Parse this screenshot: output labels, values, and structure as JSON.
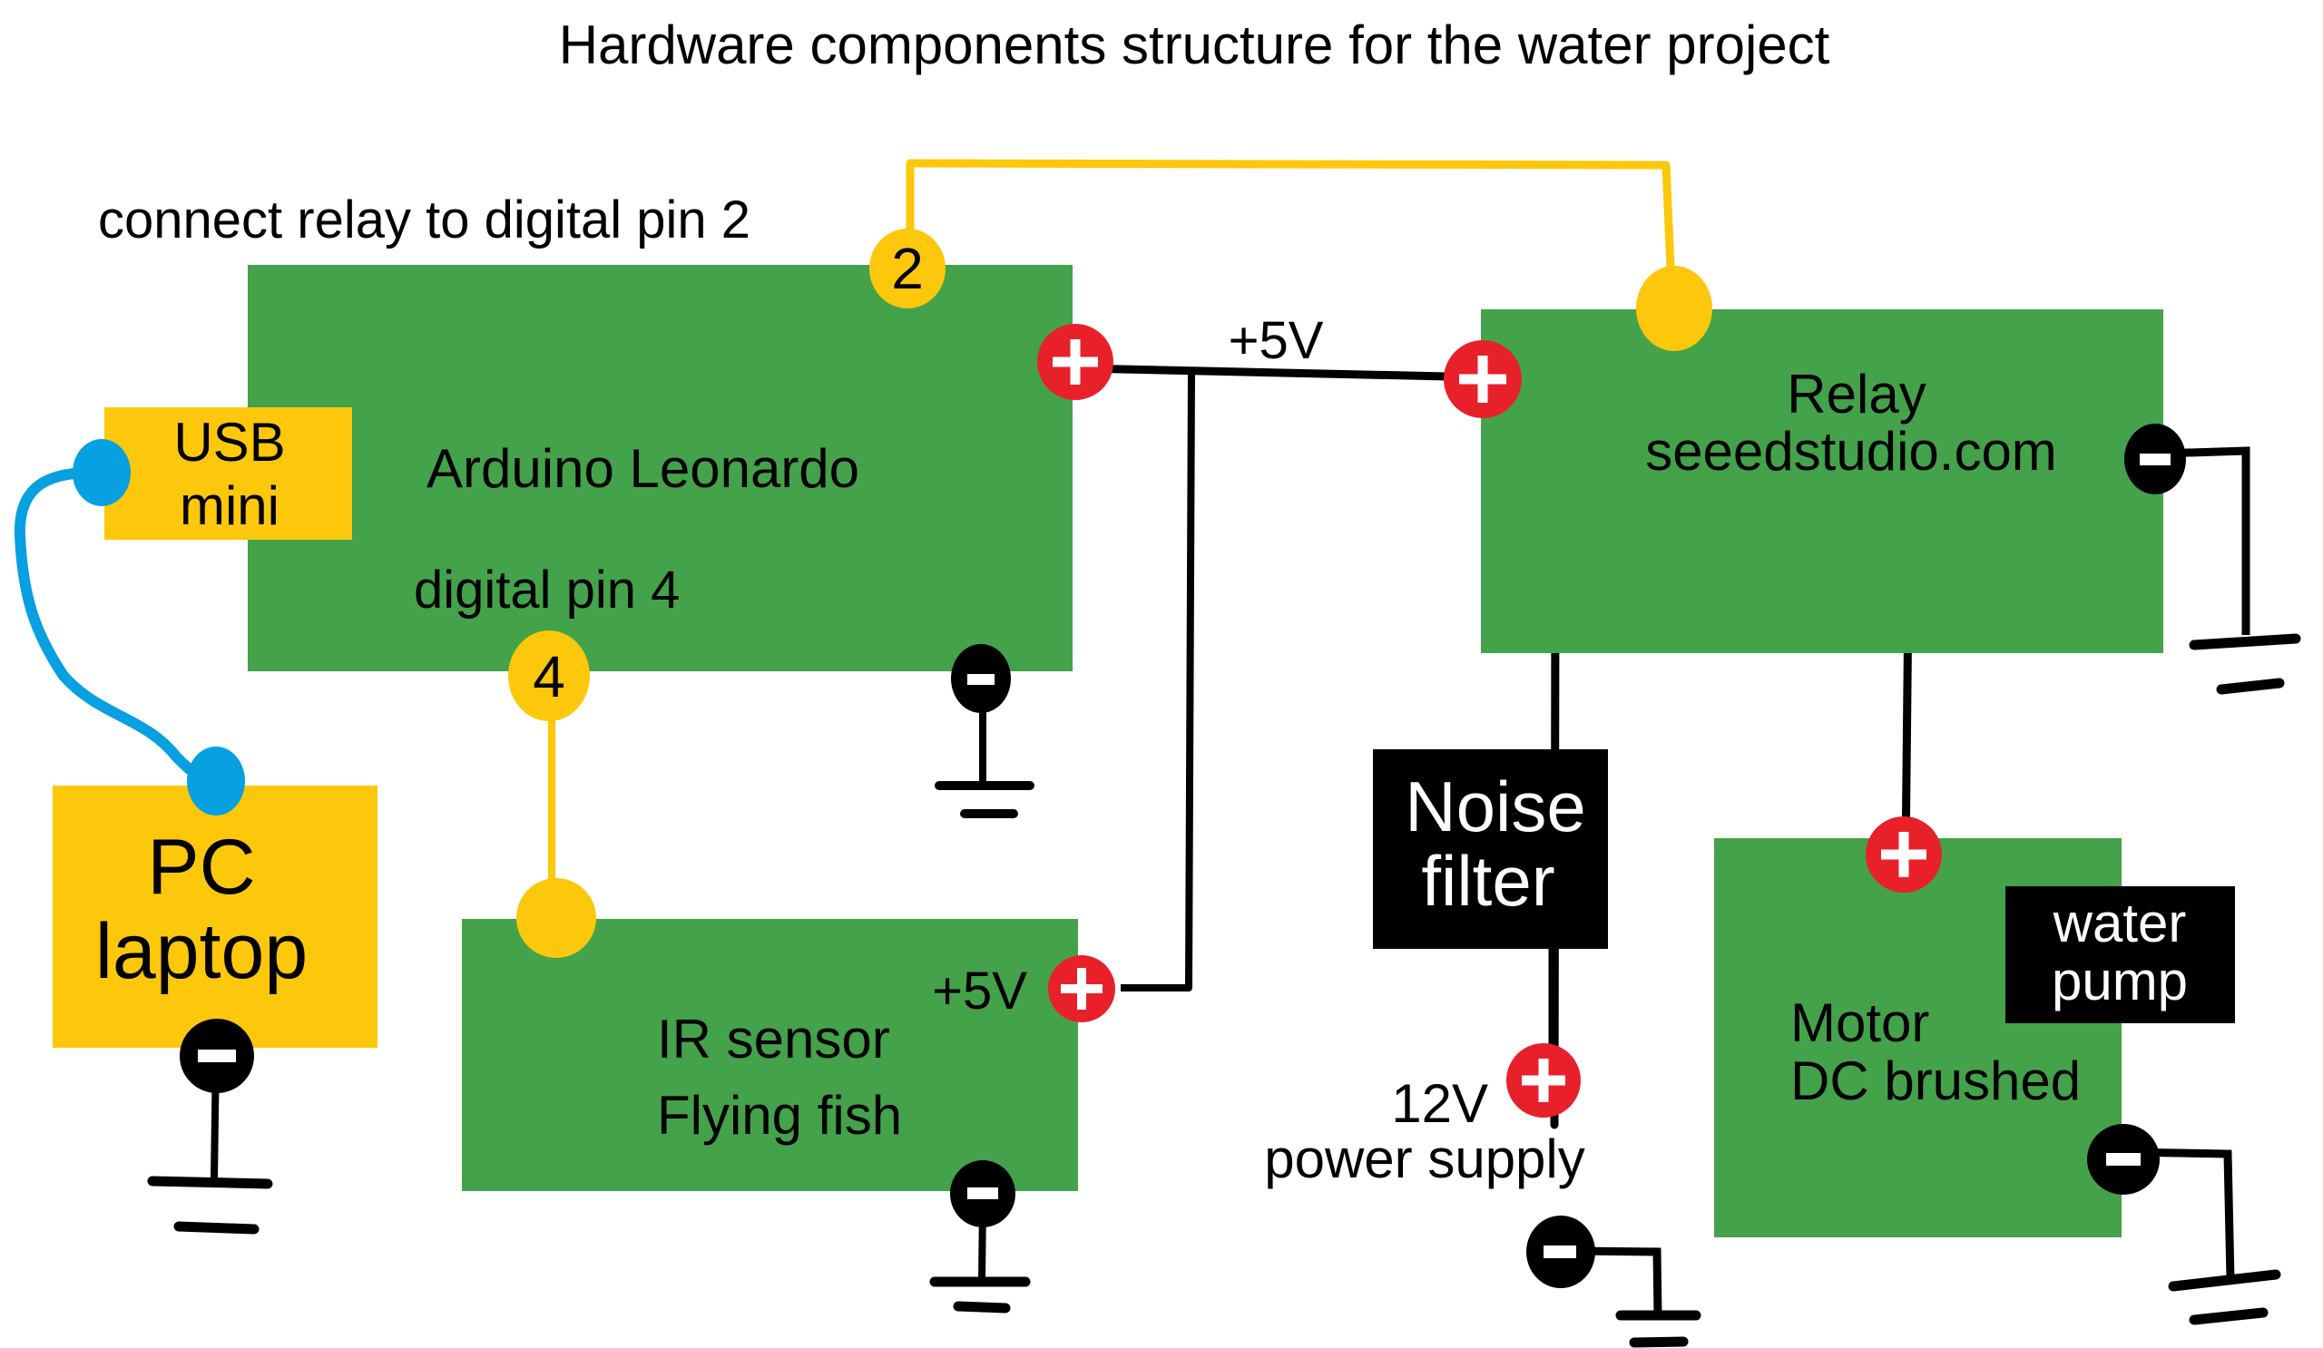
{
  "title": "Hardware components structure for the water project",
  "colors": {
    "board_green": "#44a24a",
    "connector_yellow": "#fdc70c",
    "positive_red": "#e8202a",
    "negative_black": "#000000",
    "usb_blue": "#07a0e0",
    "wire_black": "#000000",
    "wire_yellow": "#fdc70c"
  },
  "components": {
    "arduino": {
      "label": "Arduino Leonardo",
      "pin4_label": "digital pin 4",
      "pin2_marker": "2",
      "pin4_marker": "4"
    },
    "usb": {
      "line1": "USB",
      "line2": "mini"
    },
    "pc": {
      "line1": "PC",
      "line2": "laptop"
    },
    "ir_sensor": {
      "line1": "IR sensor",
      "line2": "Flying fish",
      "voltage_label": "+5V"
    },
    "relay": {
      "line1": "Relay",
      "line2": "seeedstudio.com"
    },
    "noise_filter": {
      "line1": "Noise",
      "line2": "filter"
    },
    "power_supply": {
      "voltage": "12V",
      "label": "power supply"
    },
    "motor": {
      "line1": "Motor",
      "line2": "DC brushed"
    },
    "water_pump": {
      "line1": "water",
      "line2": "pump"
    }
  },
  "annotations": {
    "relay_pin_note": "connect relay to digital pin 2",
    "bus_voltage": "+5V"
  },
  "symbols": {
    "positive": "+",
    "negative": "−"
  }
}
